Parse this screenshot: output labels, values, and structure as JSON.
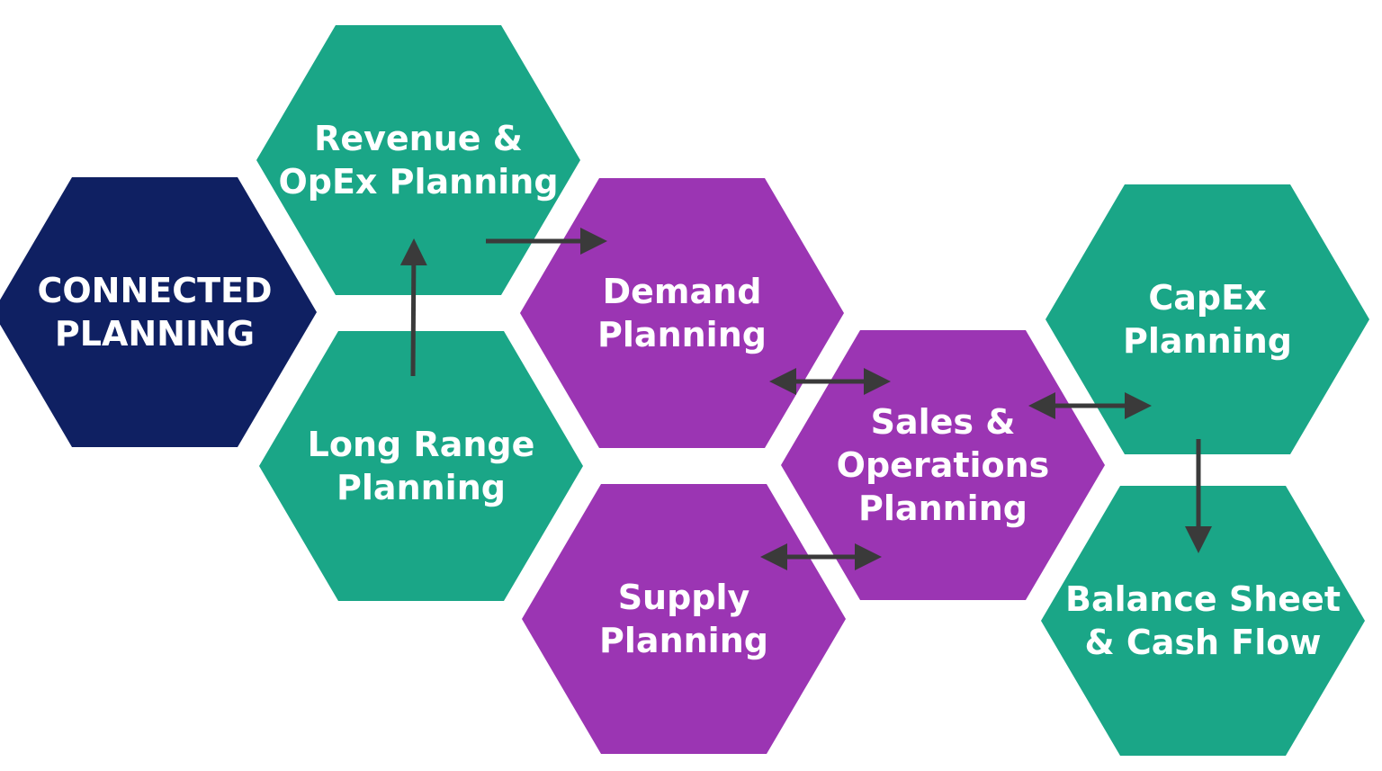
{
  "colors": {
    "navy": "#0f2062",
    "teal": "#1aa687",
    "purple": "#9b35b3",
    "arrow": "#3a3a3a",
    "text": "#ffffff"
  },
  "nodes": [
    {
      "id": "connected-planning",
      "color": "navy",
      "lines": [
        "CONNECTED",
        "PLANNING"
      ]
    },
    {
      "id": "revenue-opex-planning",
      "color": "teal",
      "lines": [
        "Revenue &",
        "OpEx Planning"
      ]
    },
    {
      "id": "long-range-planning",
      "color": "teal",
      "lines": [
        "Long Range",
        "Planning"
      ]
    },
    {
      "id": "demand-planning",
      "color": "purple",
      "lines": [
        "Demand",
        "Planning"
      ]
    },
    {
      "id": "supply-planning",
      "color": "purple",
      "lines": [
        "Supply",
        "Planning"
      ]
    },
    {
      "id": "sales-operations-planning",
      "color": "purple",
      "lines": [
        "Sales &",
        "Operations",
        "Planning"
      ]
    },
    {
      "id": "capex-planning",
      "color": "teal",
      "lines": [
        "CapEx",
        "Planning"
      ]
    },
    {
      "id": "balance-sheet-cash-flow",
      "color": "teal",
      "lines": [
        "Balance Sheet",
        "& Cash Flow"
      ]
    }
  ],
  "connections": [
    {
      "id": "long-range-to-revenue",
      "from": "long-range-planning",
      "to": "revenue-opex-planning",
      "direction": "one-way"
    },
    {
      "id": "revenue-to-demand",
      "from": "revenue-opex-planning",
      "to": "demand-planning",
      "direction": "one-way"
    },
    {
      "id": "demand-sales-ops",
      "from": "demand-planning",
      "to": "sales-operations-planning",
      "direction": "two-way"
    },
    {
      "id": "supply-sales-ops",
      "from": "supply-planning",
      "to": "sales-operations-planning",
      "direction": "two-way"
    },
    {
      "id": "sales-ops-capex",
      "from": "sales-operations-planning",
      "to": "capex-planning",
      "direction": "two-way"
    },
    {
      "id": "capex-to-balance",
      "from": "capex-planning",
      "to": "balance-sheet-cash-flow",
      "direction": "one-way"
    }
  ]
}
